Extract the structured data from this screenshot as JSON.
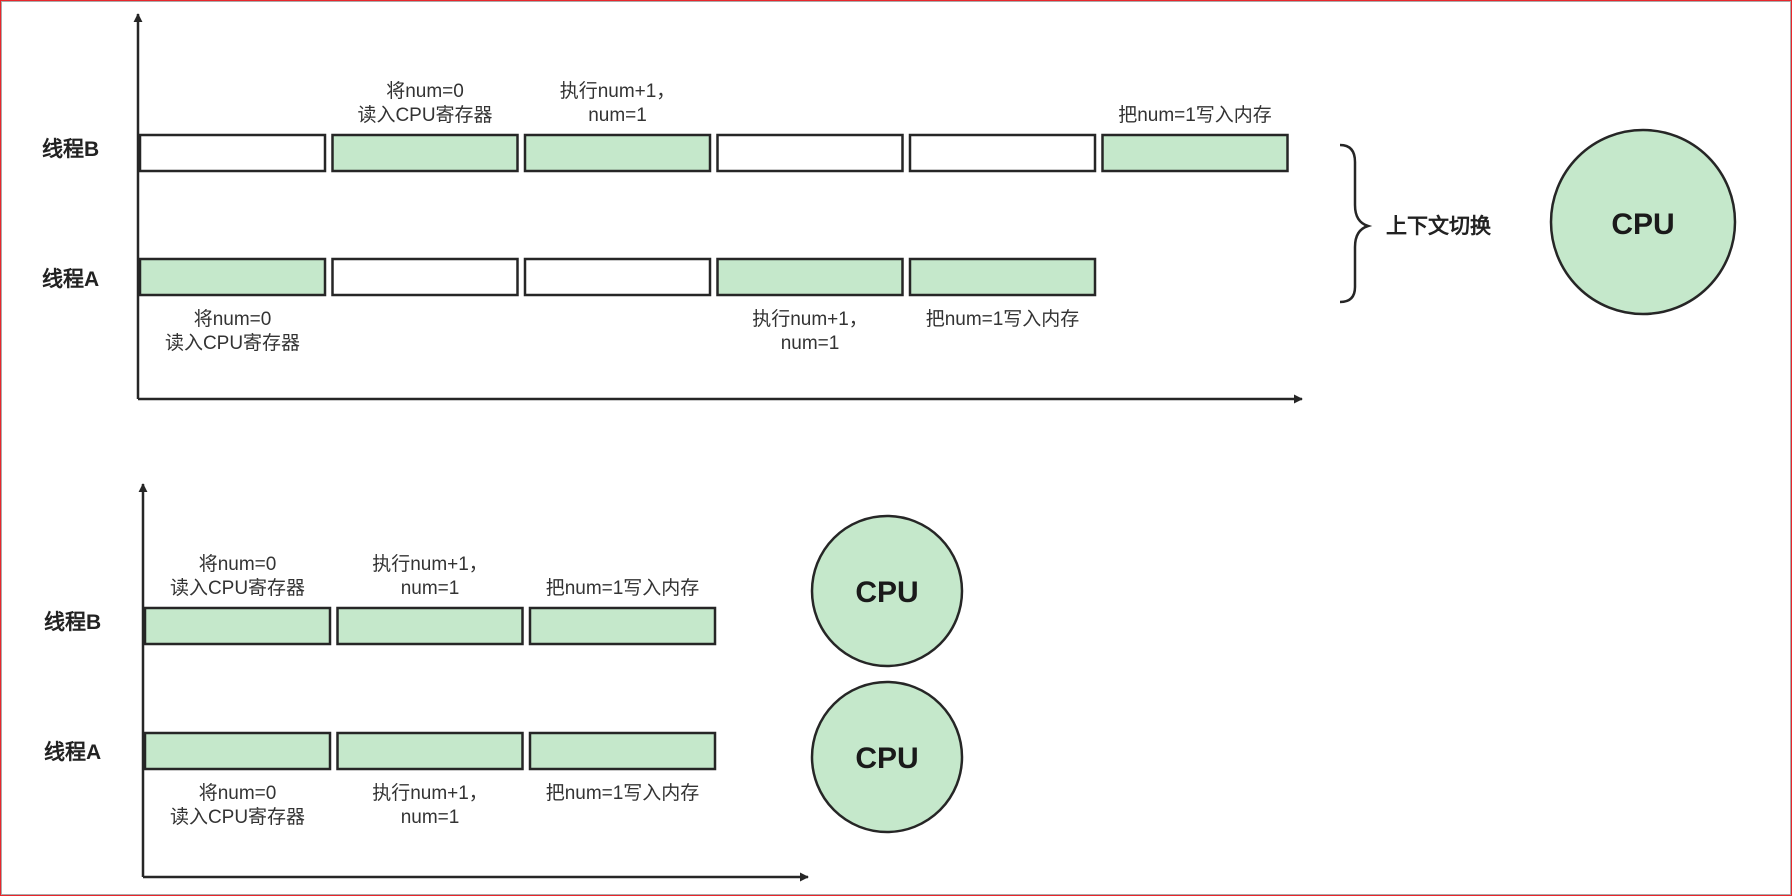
{
  "colors": {
    "fill_green": "#c5e8cb",
    "stroke": "#262626",
    "frame_border": "#e8262b",
    "text": "#333333"
  },
  "top_diagram": {
    "thread_b": {
      "label": "线程B",
      "segments": [
        {
          "state": "idle"
        },
        {
          "state": "active",
          "label": [
            "将num=0",
            "读入CPU寄存器"
          ]
        },
        {
          "state": "active",
          "label": [
            "执行num+1，",
            "num=1"
          ]
        },
        {
          "state": "idle"
        },
        {
          "state": "idle"
        },
        {
          "state": "active",
          "label": [
            "把num=1写入内存"
          ]
        }
      ]
    },
    "thread_a": {
      "label": "线程A",
      "segments": [
        {
          "state": "active",
          "label": [
            "将num=0",
            "读入CPU寄存器"
          ]
        },
        {
          "state": "idle"
        },
        {
          "state": "idle"
        },
        {
          "state": "active",
          "label": [
            "执行num+1，",
            "num=1"
          ]
        },
        {
          "state": "active",
          "label": [
            "把num=1写入内存"
          ]
        }
      ]
    },
    "context_switch_label": "上下文切换",
    "cpu_label": "CPU"
  },
  "bottom_diagram": {
    "thread_b": {
      "label": "线程B",
      "segments": [
        {
          "state": "active",
          "label": [
            "将num=0",
            "读入CPU寄存器"
          ]
        },
        {
          "state": "active",
          "label": [
            "执行num+1，",
            "num=1"
          ]
        },
        {
          "state": "active",
          "label": [
            "把num=1写入内存"
          ]
        }
      ],
      "cpu_label": "CPU"
    },
    "thread_a": {
      "label": "线程A",
      "segments": [
        {
          "state": "active",
          "label": [
            "将num=0",
            "读入CPU寄存器"
          ]
        },
        {
          "state": "active",
          "label": [
            "执行num+1，",
            "num=1"
          ]
        },
        {
          "state": "active",
          "label": [
            "把num=1写入内存"
          ]
        }
      ],
      "cpu_label": "CPU"
    }
  }
}
